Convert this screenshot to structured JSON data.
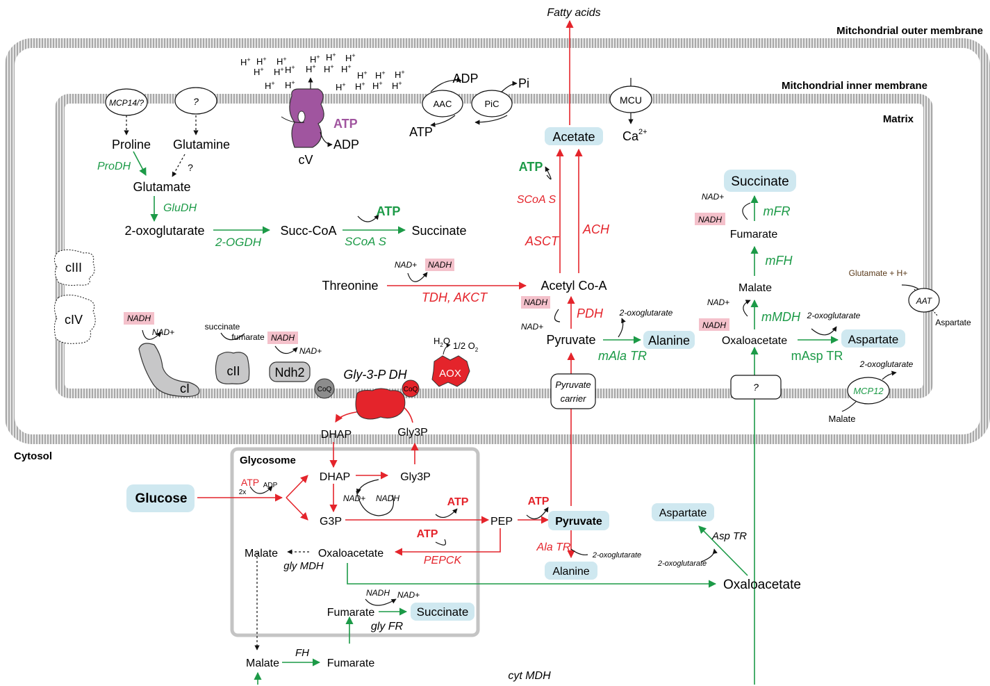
{
  "membranes": {
    "outer": "Mitchondrial outer membrane",
    "inner": "Mitchondrial inner membrane",
    "matrix": "Matrix",
    "cytosol": "Cytosol",
    "glycosome": "Glycosome"
  },
  "colors": {
    "red": "#e4242b",
    "green": "#1c9a47",
    "purple": "#a0559f",
    "nadh_bg": "#f4c1cb",
    "metabolite_bg": "#cfe8f0",
    "complex_gray": "#c7c7c8",
    "membrane_gray": "#bdbdbd"
  },
  "nodes": {
    "fatty_acids": "Fatty acids",
    "acetate": "Acetate",
    "atp_green": "ATP",
    "scoas_red": "SCoA S",
    "asct": "ASCT",
    "ach": "ACH",
    "acetyl_coa": "Acetyl Co-A",
    "threonine": "Threonine",
    "tdh_akct": "TDH, AKCT",
    "nad_plus": "NAD+",
    "nadh": "NADH",
    "pdh": "PDH",
    "pyruvate_mito": "Pyruvate",
    "alanine_mito": "Alanine",
    "mala_tr": "mAla TR",
    "two_og": "2-oxoglutarate",
    "pyruvate_carrier_1": "Pyruvate",
    "pyruvate_carrier_2": "carrier",
    "succinate_mito": "Succinate",
    "mfr": "mFR",
    "fumarate_mito": "Fumarate",
    "mfh": "mFH",
    "malate_mito": "Malate",
    "mmdh": "mMDH",
    "oxaloacetate_mito": "Oxaloacetate",
    "aspartate_mito": "Aspartate",
    "masp_tr": "mAsp TR",
    "question": "?",
    "mcp12": "MCP12",
    "malate_small": "Malate",
    "aat": "AAT",
    "glutamate_h": "Glutamate + H+",
    "aspartate_small": "Aspartate",
    "mcp14": "MCP14/?",
    "proline": "Proline",
    "glutamine": "Glutamine",
    "prodh": "ProDH",
    "glutamate": "Glutamate",
    "gludh": "GluDH",
    "two_oxoglutarate": "2-oxoglutarate",
    "two_ogdh": "2-OGDH",
    "succ_coa": "Succ-CoA",
    "scoas_green": "SCoA S",
    "atp": "ATP",
    "succinate_plain": "Succinate",
    "ciii": "cIII",
    "civ": "cIV",
    "ci": "cI",
    "cii": "cII",
    "ndh2": "Ndh2",
    "coq": "CoQ",
    "succinate_small": "succinate",
    "fumarate_small": "fumarate",
    "gly3p_dh": "Gly-3-P DH",
    "aox": "AOX",
    "h2o_h": "H",
    "h2o_sub": "2",
    "h2o_o": "O",
    "half_o2": "1/2 O",
    "o2_sub": "2",
    "cv": "cV",
    "adp": "ADP",
    "h_base": "H",
    "h_sup": "+",
    "aac": "AAC",
    "pic": "PiC",
    "pi": "Pi",
    "mcu": "MCU",
    "ca": "Ca",
    "ca_sup": "2+",
    "dhap_top": "DHAP",
    "gly3p_top": "Gly3P",
    "dhap": "DHAP",
    "gly3p": "Gly3P",
    "glucose": "Glucose",
    "atp_adp_small": "ADP",
    "two_x": "2x",
    "g3p": "G3P",
    "pep": "PEP",
    "pyruvate_cyto": "Pyruvate",
    "ala_tr": "Ala TR",
    "alanine_cyto": "Alanine",
    "oxaloacetate_gly": "Oxaloacetate",
    "pepck": "PEPCK",
    "malate_gly": "Malate",
    "gly_mdh": "gly MDH",
    "fumarate_gly": "Fumarate",
    "succinate_gly": "Succinate",
    "gly_fr": "gly FR",
    "malate_bottom": "Malate",
    "fh": "FH",
    "fumarate_bottom": "Fumarate",
    "cyt_mdh": "cyt MDH",
    "aspartate_cyto": "Aspartate",
    "asp_tr": "Asp TR",
    "oxaloacetate_cyto": "Oxaloacetate"
  }
}
